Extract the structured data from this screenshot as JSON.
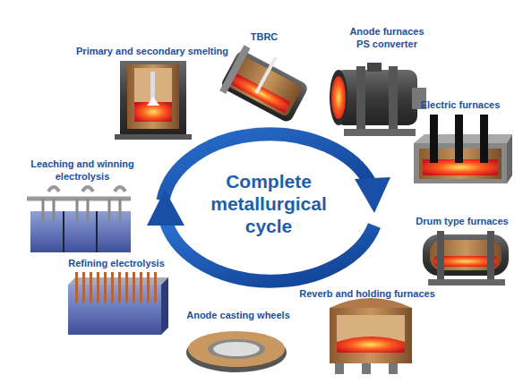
{
  "diagram": {
    "title": "Complete metallurgical cycle",
    "labels": [
      "Primary and secondary smelting",
      "TBRC",
      "Anode furnaces PS converter",
      "Electric furnaces",
      "Drum type furnaces",
      "Reverb and holding furnaces",
      "Anode casting wheels",
      "Refining electrolysis",
      "Leaching and winning electrolysis"
    ]
  }
}
